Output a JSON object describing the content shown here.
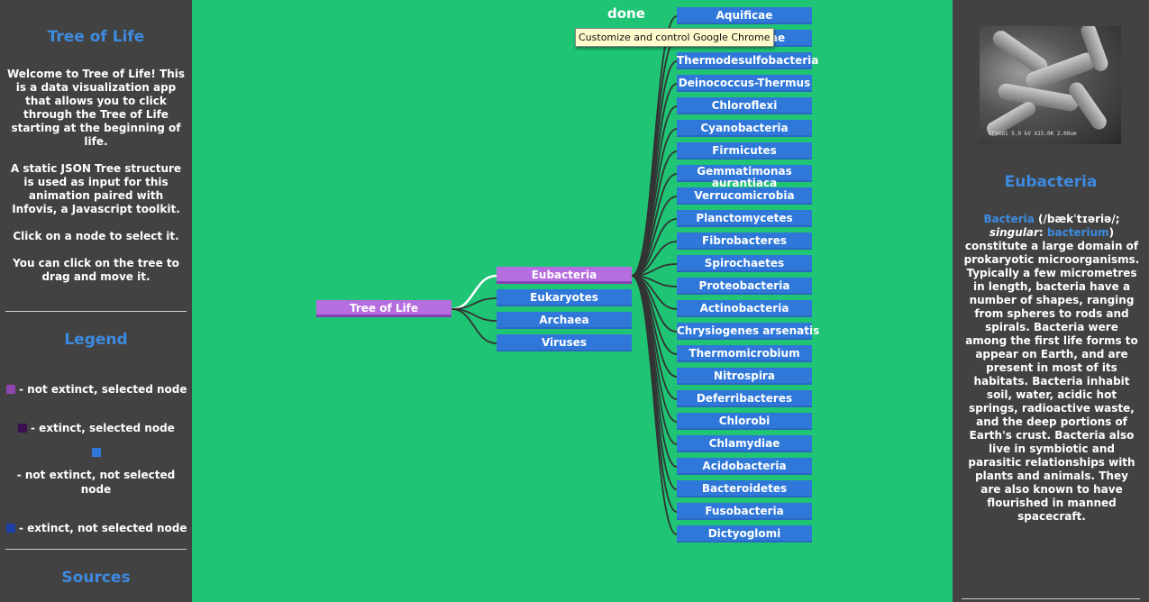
{
  "left": {
    "title": "Tree of Life",
    "intro": "Welcome to Tree of Life! This is a data visualization app that allows you to click through the Tree of Life starting at the beginning of life.",
    "json_note": "A static JSON Tree structure is used as input for this animation paired with Infovis, a Javascript toolkit.",
    "click_note": "Click on a node to select it.",
    "drag_note": "You can click on the tree to drag and move it.",
    "legend_title": "Legend",
    "legend": [
      {
        "label": "- not extinct, selected node",
        "color": "#8e44ad"
      },
      {
        "label": "- extinct, selected node",
        "color": "#3b0f50"
      },
      {
        "label": "- not extinct, not selected node",
        "color": "#2f78d9"
      },
      {
        "label": "- extinct, not selected node",
        "color": "#1b3fa6"
      }
    ],
    "sources_title": "Sources"
  },
  "viz": {
    "status": "done",
    "tooltip": "Customize and control Google Chrome",
    "root": "Tree of Life",
    "level1": [
      {
        "label": "Eubacteria",
        "selected": true
      },
      {
        "label": "Eukaryotes",
        "selected": false
      },
      {
        "label": "Archaea",
        "selected": false
      },
      {
        "label": "Viruses",
        "selected": false
      }
    ],
    "level2": [
      "Aquificae",
      "Thermotogae",
      "Thermodesulfobacteria",
      "Deinococcus-Thermus",
      "Chloroflexi",
      "Cyanobacteria",
      "Firmicutes",
      "Gemmatimonas aurantiaca",
      "Verrucomicrobia",
      "Planctomycetes",
      "Fibrobacteres",
      "Spirochaetes",
      "Proteobacteria",
      "Actinobacteria",
      "Chrysiogenes arsenatis",
      "Thermomicrobium",
      "Nitrospira",
      "Deferribacteres",
      "Chlorobi",
      "Chlamydiae",
      "Acidobacteria",
      "Bacteroidetes",
      "Fusobacteria",
      "Dictyoglomi"
    ]
  },
  "right": {
    "image_caption": "EF6681 5.0 kV X15.0K 2.00um",
    "title": "Eubacteria",
    "term": "Bacteria",
    "pronunciation": " (/bækˈtɪəriə/;",
    "singular_label": "singular",
    "singular_sep": ": ",
    "singular_term": "bacterium",
    "close_paren": ")",
    "body": " constitute a large domain of prokaryotic microorganisms. Typically a few micrometres in length, bacteria have a number of shapes, ranging from spheres to rods and spirals. Bacteria were among the first life forms to appear on Earth, and are present in most of its habitats. Bacteria inhabit soil, water, acidic hot springs, radioactive waste, and the deep portions of Earth's crust. Bacteria also live in symbiotic and parasitic relationships with plants and animals. They are also known to have flourished in manned spacecraft."
  }
}
